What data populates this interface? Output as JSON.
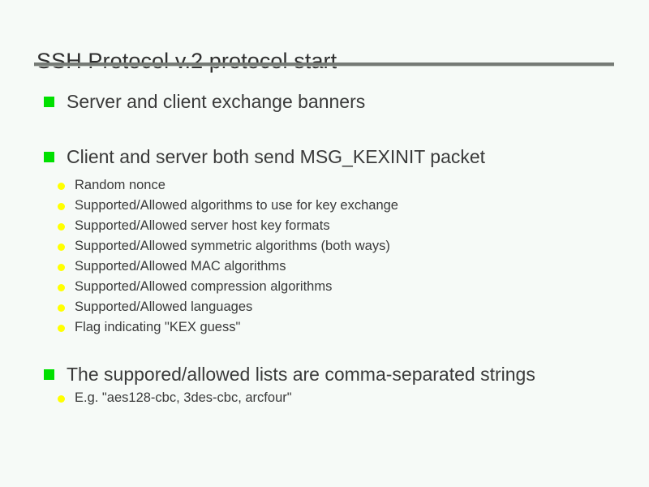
{
  "slide": {
    "title": "SSH Protocol v.2 protocol start",
    "colors": {
      "background": "#f6faf7",
      "text": "#3a3a3a",
      "title_text": "#2f2f2f",
      "rule": "#757a75",
      "level1_bullet": "#00e000",
      "level2_bullet": "#ffff00"
    },
    "blocks": [
      {
        "level": 1,
        "text": "Server and client exchange banners"
      },
      {
        "level": 1,
        "text": "Client and server both send MSG_KEXINIT packet"
      },
      {
        "level": 2,
        "text": "Random nonce"
      },
      {
        "level": 2,
        "text": "Supported/Allowed algorithms to use for key exchange"
      },
      {
        "level": 2,
        "text": "Supported/Allowed server host key formats"
      },
      {
        "level": 2,
        "text": "Supported/Allowed symmetric algorithms (both ways)"
      },
      {
        "level": 2,
        "text": "Supported/Allowed MAC algorithms"
      },
      {
        "level": 2,
        "text": "Supported/Allowed compression algorithms"
      },
      {
        "level": 2,
        "text": "Supported/Allowed languages"
      },
      {
        "level": 2,
        "text": "Flag indicating \"KEX guess\""
      },
      {
        "level": 1,
        "text": "The suppored/allowed lists are comma-separated strings"
      },
      {
        "level": 2,
        "text": "E.g. \"aes128-cbc, 3des-cbc, arcfour\""
      }
    ]
  }
}
